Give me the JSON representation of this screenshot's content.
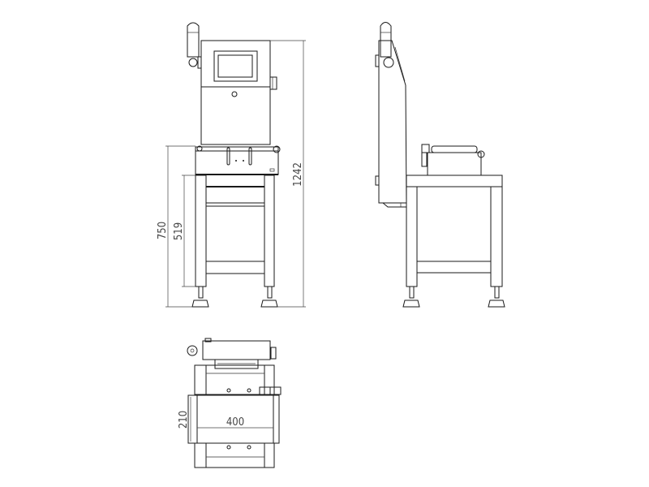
{
  "drawing": {
    "views": [
      "front-view",
      "side-view",
      "top-view"
    ],
    "dimensions": {
      "overall_height": "1242",
      "table_height": "750",
      "frame_height": "519",
      "belt_width": "210",
      "belt_length": "400"
    },
    "line_color": "#1a1a1a",
    "dimension_color": "#444444"
  }
}
